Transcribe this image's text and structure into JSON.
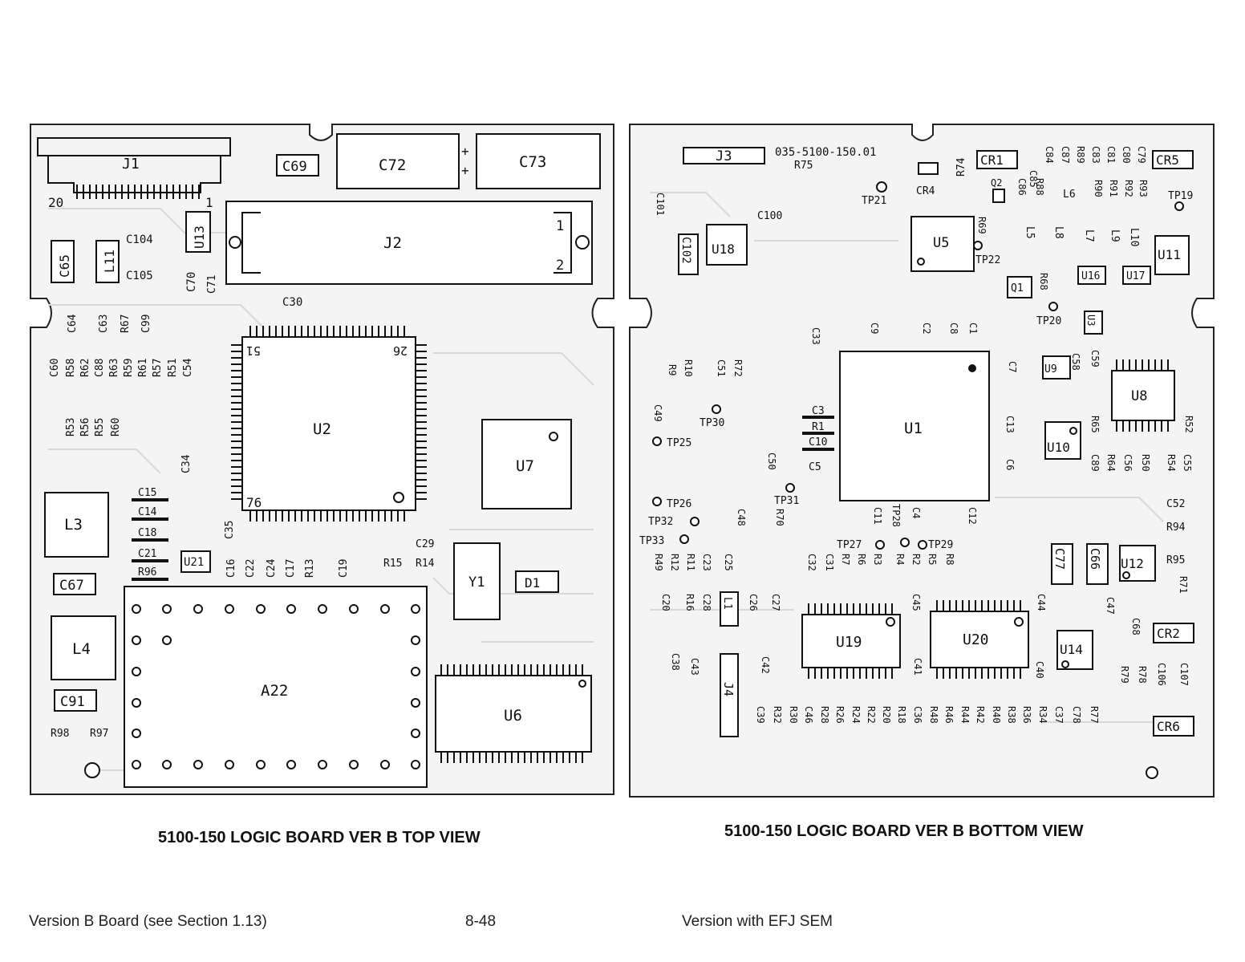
{
  "top_board": {
    "caption": "5100-150 LOGIC BOARD VER B TOP VIEW",
    "labels": {
      "J1": "J1",
      "pin20": "20",
      "pin1": "1",
      "C69": "C69",
      "C72": "C72",
      "C73": "C73",
      "J2": "J2",
      "j2_pin1": "1",
      "j2_pin2": "2",
      "U13": "U13",
      "C65": "C65",
      "L11": "L11",
      "C104": "C104",
      "C105": "C105",
      "C70": "C70",
      "C71": "C71",
      "C30": "C30",
      "C64": "C64",
      "C63": "C63",
      "R67": "R67",
      "C99": "C99",
      "C60": "C60",
      "R58": "R58",
      "R62": "R62",
      "C88": "C88",
      "R63": "R63",
      "R59": "R59",
      "R61": "R61",
      "R57": "R57",
      "R51": "R51",
      "C54": "C54",
      "R53": "R53",
      "R56": "R56",
      "R55": "R55",
      "R60": "R60",
      "U2": "U2",
      "u2_pin51": "51",
      "u2_pin26": "26",
      "u2_pin76": "76",
      "C34": "C34",
      "U7": "U7",
      "L3": "L3",
      "C15": "C15",
      "C14": "C14",
      "C18": "C18",
      "C21": "C21",
      "R96": "R96",
      "C35": "C35",
      "U21": "U21",
      "C16": "C16",
      "C22": "C22",
      "C24": "C24",
      "C17": "C17",
      "R13": "R13",
      "C19": "C19",
      "R15": "R15",
      "C29": "C29",
      "R14": "R14",
      "Y1": "Y1",
      "D1": "D1",
      "C67": "C67",
      "L4": "L4",
      "A22": "A22",
      "U6": "U6",
      "C91": "C91",
      "R98": "R98",
      "R97": "R97"
    }
  },
  "bottom_board": {
    "caption": "5100-150 LOGIC BOARD VER B BOTTOM VIEW",
    "labels": {
      "J3": "J3",
      "part_number": "035-5100-150.01",
      "R75": "R75",
      "R74": "R74",
      "CR4": "CR4",
      "TP21": "TP21",
      "CR1": "CR1",
      "C85": "C85",
      "C84": "C84",
      "C87": "C87",
      "R89": "R89",
      "C83": "C83",
      "C81": "C81",
      "C80": "C80",
      "C79": "C79",
      "CR5": "CR5",
      "Q2": "Q2",
      "C86": "C86",
      "R88": "R88",
      "L6": "L6",
      "R90": "R90",
      "R91": "R91",
      "R92": "R92",
      "R93": "R93",
      "TP19": "TP19",
      "C101": "C101",
      "C100": "C100",
      "C102": "C102",
      "U18": "U18",
      "U5": "U5",
      "R69": "R69",
      "TP22": "TP22",
      "L5": "L5",
      "L8": "L8",
      "L7": "L7",
      "L9": "L9",
      "L10": "L10",
      "U11": "U11",
      "Q1": "Q1",
      "R68": "R68",
      "U16": "U16",
      "U17": "U17",
      "TP20": "TP20",
      "U3": "U3",
      "C33": "C33",
      "C9": "C9",
      "C2": "C2",
      "C8": "C8",
      "C1": "C1",
      "C7": "C7",
      "R9": "R9",
      "R10": "R10",
      "C51": "C51",
      "R72": "R72",
      "U9": "U9",
      "C58": "C58",
      "C59": "C59",
      "U8": "U8",
      "C49": "C49",
      "TP30": "TP30",
      "C3": "C3",
      "R1": "R1",
      "C10": "C10",
      "U1": "U1",
      "C13": "C13",
      "U10": "U10",
      "R65": "R65",
      "R52": "R52",
      "TP25": "TP25",
      "C50": "C50",
      "C5": "C5",
      "C6": "C6",
      "C89": "C89",
      "R64": "R64",
      "C56": "C56",
      "R50": "R50",
      "R54": "R54",
      "C55": "C55",
      "TP31": "TP31",
      "TP26": "TP26",
      "C48": "C48",
      "R70": "R70",
      "C11": "C11",
      "TP28": "TP28",
      "C4": "C4",
      "C12": "C12",
      "C52": "C52",
      "TP32": "TP32",
      "TP33": "TP33",
      "R94": "R94",
      "TP27": "TP27",
      "TP29": "TP29",
      "R49": "R49",
      "R12": "R12",
      "R11": "R11",
      "C23": "C23",
      "C25": "C25",
      "C32": "C32",
      "C31": "C31",
      "R7": "R7",
      "R6": "R6",
      "R3": "R3",
      "R4": "R4",
      "R2": "R2",
      "R5": "R5",
      "R8": "R8",
      "C77": "C77",
      "C66": "C66",
      "U12": "U12",
      "R95": "R95",
      "R71": "R71",
      "C20": "C20",
      "R16": "R16",
      "C28": "C28",
      "L1": "L1",
      "C26": "C26",
      "C27": "C27",
      "U19": "U19",
      "C45": "C45",
      "U20": "U20",
      "C44": "C44",
      "C47": "C47",
      "U14": "U14",
      "C68": "C68",
      "CR2": "CR2",
      "C38": "C38",
      "C43": "C43",
      "J4": "J4",
      "C42": "C42",
      "C41": "C41",
      "C40": "C40",
      "R79": "R79",
      "R78": "R78",
      "C106": "C106",
      "C107": "C107",
      "C39": "C39",
      "R32": "R32",
      "R30": "R30",
      "C46": "C46",
      "R28": "R28",
      "R26": "R26",
      "R24": "R24",
      "R22": "R22",
      "R20": "R20",
      "R18": "R18",
      "C36": "C36",
      "R48": "R48",
      "R46": "R46",
      "R44": "R44",
      "R42": "R42",
      "R40": "R40",
      "R38": "R38",
      "R36": "R36",
      "R34": "R34",
      "C37": "C37",
      "C78": "C78",
      "R77": "R77",
      "CR6": "CR6"
    }
  },
  "footer": {
    "left": "Version B Board (see Section 1.13)",
    "center": "8-48",
    "right": "Version with EFJ SEM"
  }
}
